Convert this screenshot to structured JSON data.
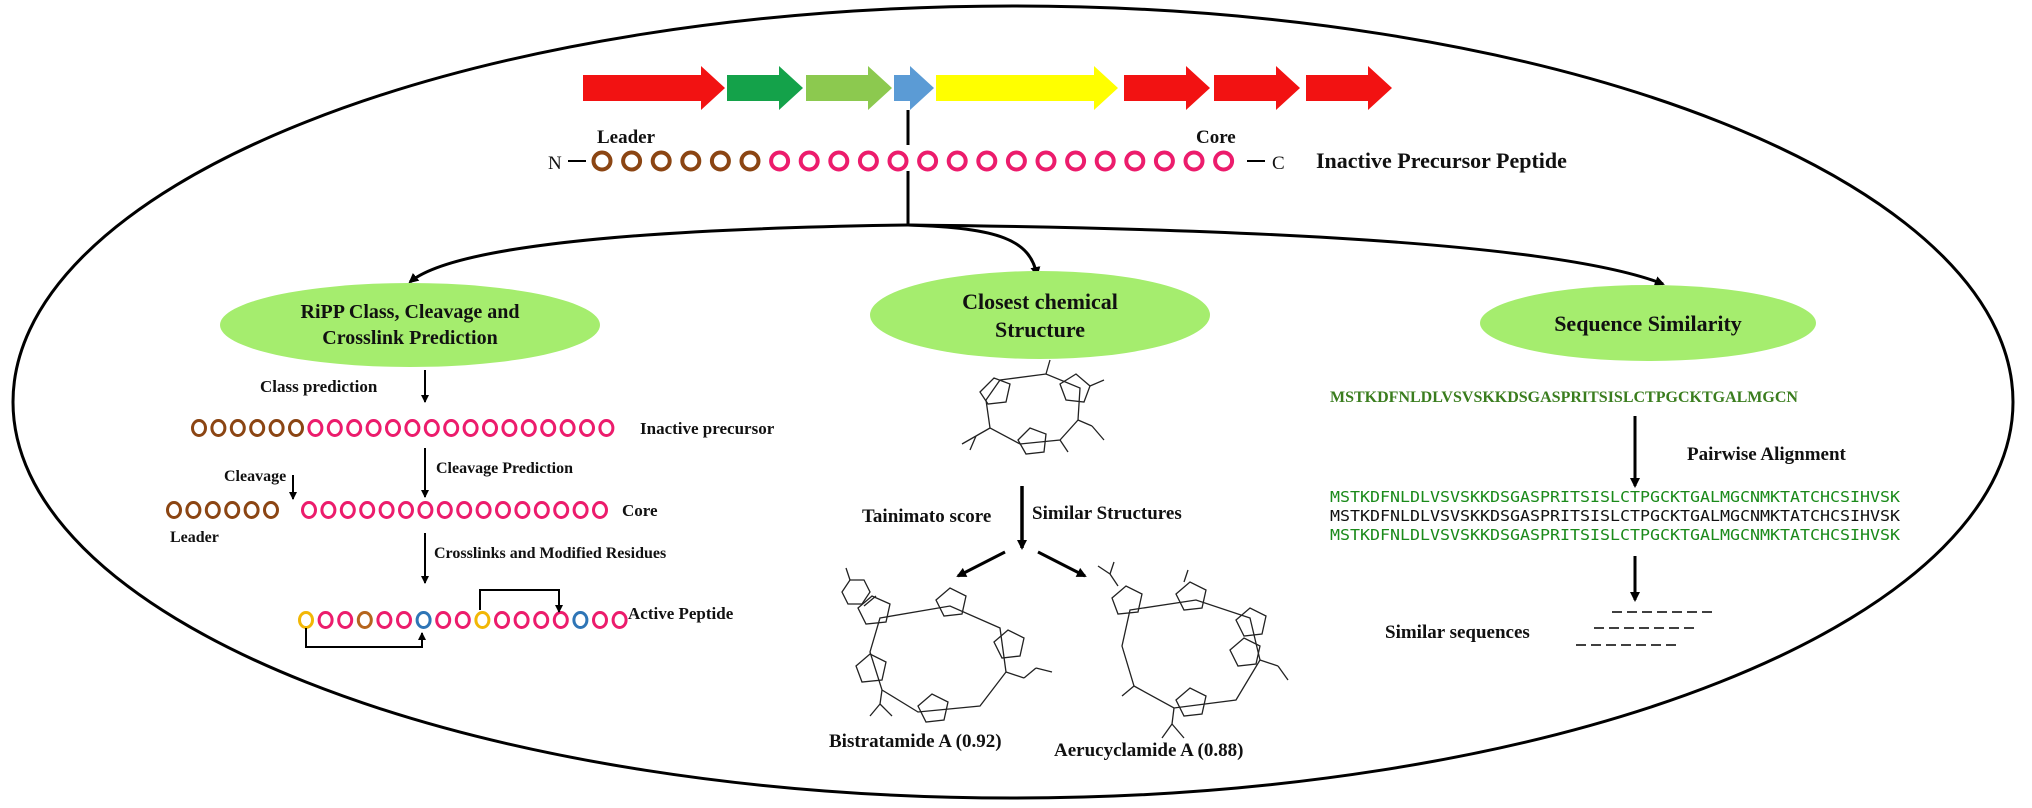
{
  "colors": {
    "red_arrow": "#f21212",
    "dark_green_arrow": "#14a24a",
    "light_green_arrow": "#8cc94f",
    "blue_arrow": "#5b9bd5",
    "yellow_arrow": "#ffff00",
    "leader_bead": "#8b4513",
    "core_bead": "#ec1c6c",
    "modified_yellow": "#f2b705",
    "modified_blue": "#2e75b6",
    "modified_brown": "#b5651d",
    "bubble_fill": "#a5ed6e",
    "sequence_green": "#3a7d1e",
    "alignment_green": "#1a8a1a"
  },
  "gene_cluster": {
    "arrows": [
      "red",
      "dark-green",
      "light-green",
      "blue",
      "yellow",
      "red",
      "red",
      "red"
    ]
  },
  "precursor": {
    "n_label": "N",
    "c_label": "C",
    "leader_label": "Leader",
    "core_label": "Core",
    "title": "Inactive Precursor Peptide",
    "leader_count": 6,
    "core_count": 16
  },
  "panel_ripp": {
    "bubble_line1": "RiPP Class,  Cleavage  and",
    "bubble_line2": "Crosslink  Prediction",
    "class_prediction": "Class prediction",
    "inactive_precursor": "Inactive precursor",
    "cleavage_prediction": "Cleavage Prediction",
    "cleavage": "Cleavage",
    "leader": "Leader",
    "core": "Core",
    "crosslinks": "Crosslinks and Modified Residues",
    "active_peptide": "Active Peptide"
  },
  "panel_structure": {
    "bubble_line1": "Closest chemical",
    "bubble_line2": "Structure",
    "tanimoto": "Tainimato  score",
    "similar": "Similar  Structures",
    "hit1": "Bistratamide  A (0.92)",
    "hit2": "Aerucyclamide  A (0.88)"
  },
  "panel_sequence": {
    "bubble": "Sequence Similarity",
    "query": "MSTKDFNLDLVSVSKKDSGASPRITSISLCTPGCKTGALMGCN",
    "pairwise": "Pairwise Alignment",
    "alignment": [
      "MSTKDFNLDLVSVSKKDSGASPRITSISLCTPGCKTGALMGCNMKTATCHCSIHVSK",
      "MSTKDFNLDLVSVSKKDSGASPRITSISLCTPGCKTGALMGCNMKTATCHCSIHVSK",
      "MSTKDFNLDLVSVSKKDSGASPRITSISLCTPGCKTGALMGCNMKTATCHCSIHVSK"
    ],
    "similar_sequences": "Similar  sequences"
  }
}
